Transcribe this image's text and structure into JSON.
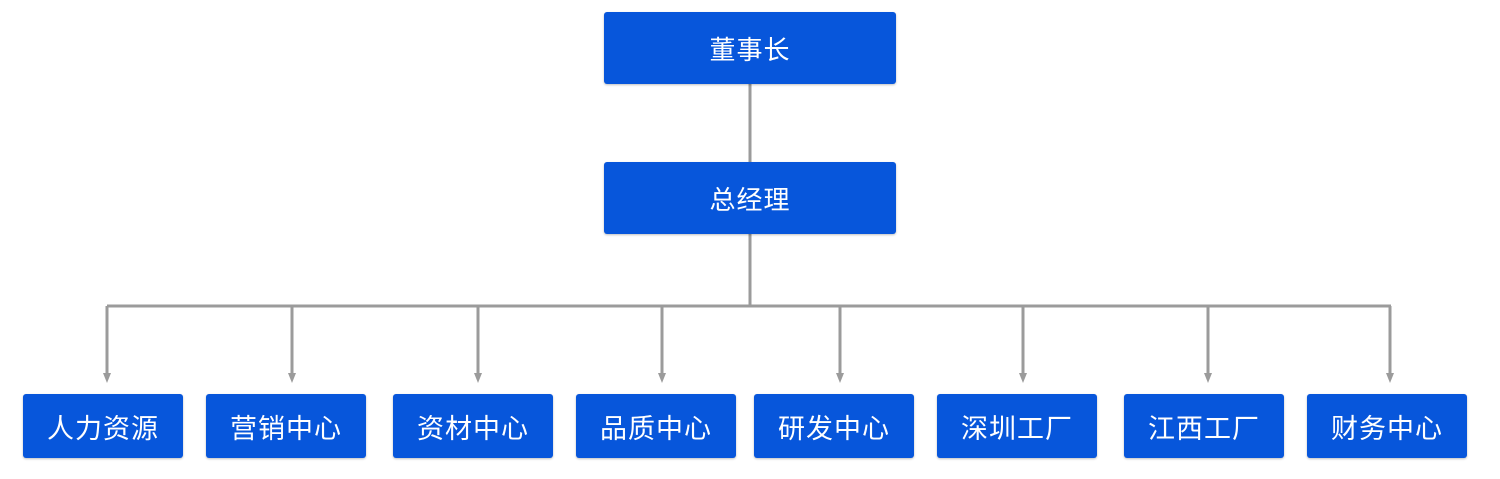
{
  "chairman": "董事长",
  "general_manager": "总经理",
  "departments": [
    "人力资源",
    "营销中心",
    "资材中心",
    "品质中心",
    "研发中心",
    "深圳工厂",
    "江西工厂",
    "财务中心"
  ],
  "colors": {
    "node": "#0756DB",
    "connector": "#9B9B9B",
    "text": "#FFFFFF"
  }
}
